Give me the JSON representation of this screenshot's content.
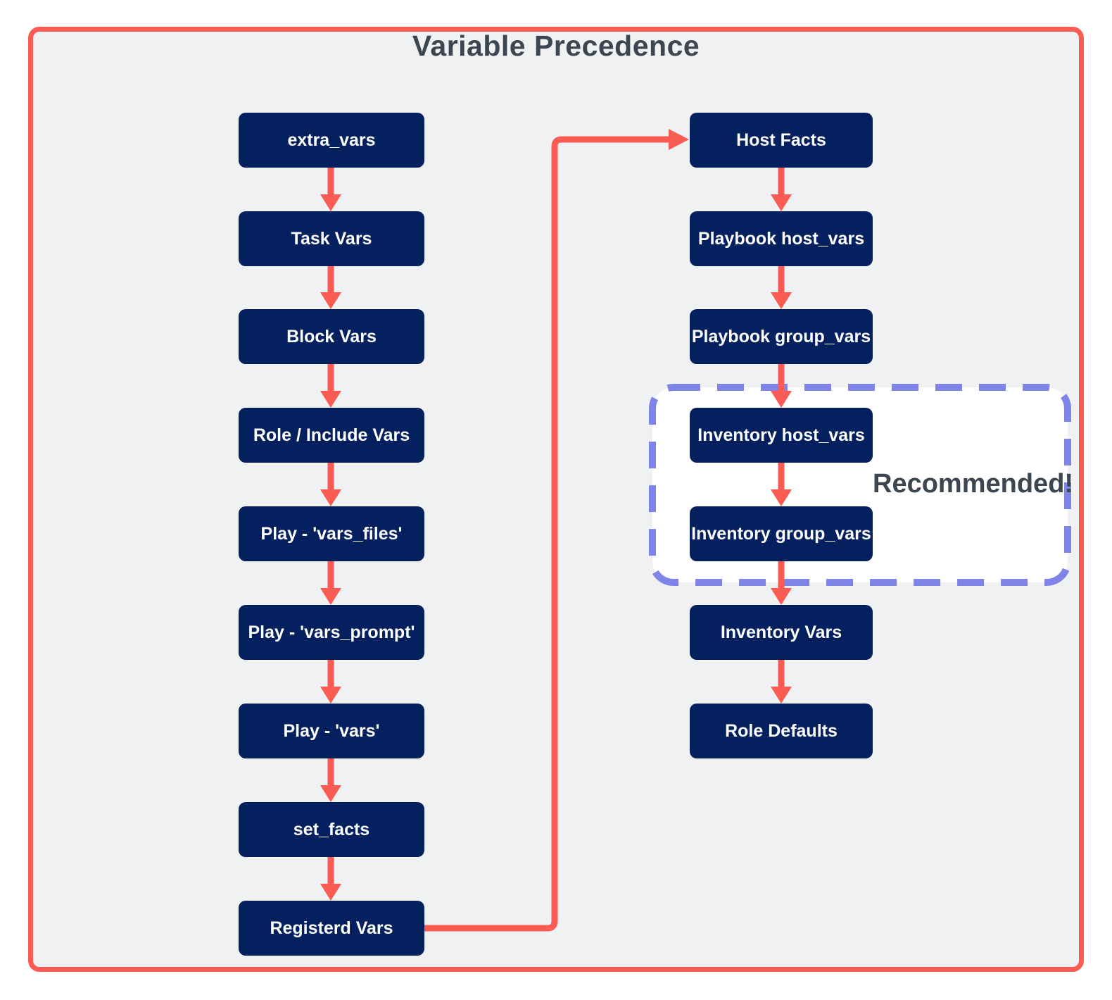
{
  "title": "Variable Precedence",
  "recommended": {
    "label": "Recommended!"
  },
  "colors": {
    "node_fill": "#04205f",
    "node_text": "#ffffff",
    "arrow_red": "#fa5b52",
    "dashed_purple": "#7f84e8",
    "heading_text": "#3c4650",
    "panel_background": "#f0f1f3"
  },
  "left_column": {
    "nodes": [
      {
        "label": "extra_vars"
      },
      {
        "label": "Task Vars"
      },
      {
        "label": "Block Vars"
      },
      {
        "label": "Role / Include Vars"
      },
      {
        "label": "Play - 'vars_files'"
      },
      {
        "label": "Play - 'vars_prompt'"
      },
      {
        "label": "Play - 'vars'"
      },
      {
        "label": "set_facts"
      },
      {
        "label": "Registerd Vars"
      }
    ]
  },
  "right_column": {
    "nodes": [
      {
        "label": "Host Facts"
      },
      {
        "label": "Playbook host_vars"
      },
      {
        "label": "Playbook group_vars"
      },
      {
        "label": "Inventory host_vars"
      },
      {
        "label": "Inventory group_vars"
      },
      {
        "label": "Inventory Vars"
      },
      {
        "label": "Role Defaults"
      }
    ]
  },
  "edges": [
    {
      "from": "extra_vars",
      "to": "Task Vars"
    },
    {
      "from": "Task Vars",
      "to": "Block Vars"
    },
    {
      "from": "Block Vars",
      "to": "Role / Include Vars"
    },
    {
      "from": "Role / Include Vars",
      "to": "Play - 'vars_files'"
    },
    {
      "from": "Play - 'vars_files'",
      "to": "Play - 'vars_prompt'"
    },
    {
      "from": "Play - 'vars_prompt'",
      "to": "Play - 'vars'"
    },
    {
      "from": "Play - 'vars'",
      "to": "set_facts"
    },
    {
      "from": "set_facts",
      "to": "Registerd Vars"
    },
    {
      "from": "Registerd Vars",
      "to": "Host Facts"
    },
    {
      "from": "Host Facts",
      "to": "Playbook host_vars"
    },
    {
      "from": "Playbook host_vars",
      "to": "Playbook group_vars"
    },
    {
      "from": "Playbook group_vars",
      "to": "Inventory host_vars"
    },
    {
      "from": "Inventory host_vars",
      "to": "Inventory group_vars"
    },
    {
      "from": "Inventory group_vars",
      "to": "Inventory Vars"
    },
    {
      "from": "Inventory Vars",
      "to": "Role Defaults"
    }
  ]
}
